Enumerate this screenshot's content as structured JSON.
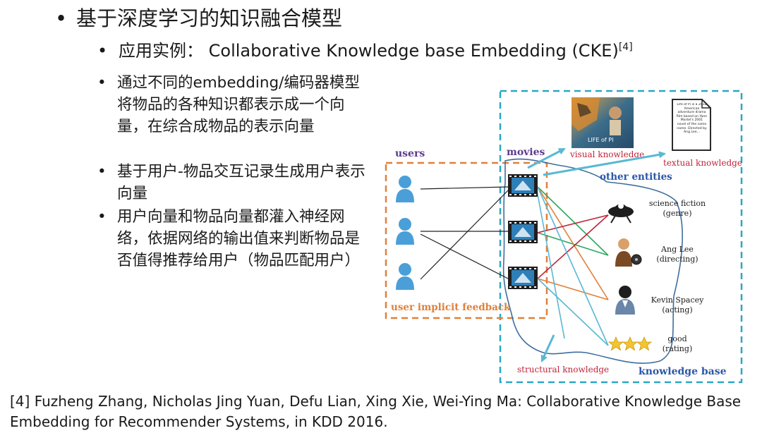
{
  "slide": {
    "title": "基于深度学习的知识融合模型",
    "example": {
      "label": "应用实例：",
      "text": "Collaborative Knowledge base Embedding (CKE)",
      "ref_mark": "[4]"
    },
    "bullets": [
      "通过不同的embedding/编码器模型将物品的各种知识都表示成一个向量，在综合成物品的表示向量",
      "基于用户-物品交互记录生成用户表示向量",
      "用户向量和物品向量都灌入神经网络，依据网络的输出值来判断物品是否值得推荐给用户（物品匹配用户）"
    ],
    "reference": "[4] Fuzheng Zhang, Nicholas Jing Yuan, Defu Lian, Xing Xie, Wei-Ying Ma: Collaborative Knowledge Base Embedding for Recommender Systems, in KDD 2016."
  },
  "diagram": {
    "users_label": "users",
    "movies_label": "movies",
    "implicit_label": "user implicit feedback",
    "other_entities_label": "other entities",
    "visual_label": "visual knowledge",
    "textual_label": "textual knowledge",
    "structural_label": "structural knowledge",
    "kb_label": "knowledge base",
    "poster_title": "LIFE of PI",
    "doc_text": "Life of Pi is a 2012 American adventure drama film based on Yann Martel's 2001 novel of the same name. Directed by Ang Lee...",
    "entities": [
      {
        "name": "science fiction",
        "role": "(genre)"
      },
      {
        "name": "Ang Lee",
        "role": "(directing)"
      },
      {
        "name": "Kevin Spacey",
        "role": "(acting)"
      },
      {
        "name": "good",
        "role": "(rating)"
      }
    ],
    "colors": {
      "orange": "#e0803a",
      "cyan": "#2aa7c6",
      "blue_label": "#2b57a8",
      "red_label": "#c0243a",
      "purple_label": "#5b3b8c",
      "user_icon": "#4a9fd8"
    }
  }
}
